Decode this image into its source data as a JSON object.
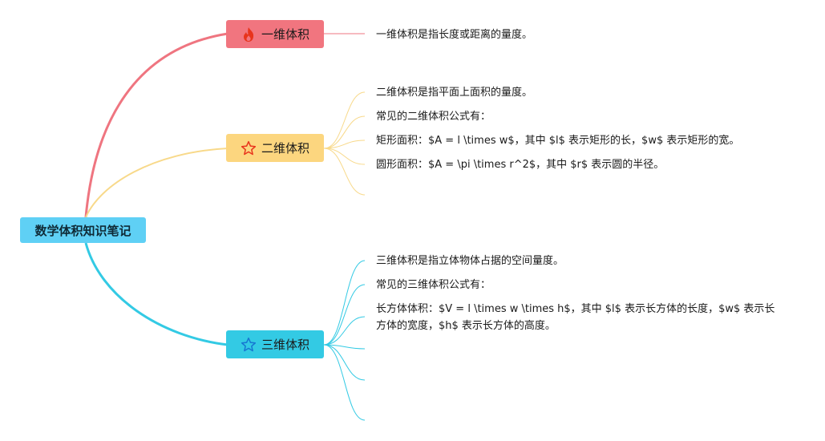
{
  "mindmap": {
    "root": {
      "label": "数学体积知识笔记"
    },
    "branches": [
      {
        "label": "一维体积",
        "icon": "fire-icon",
        "color": "#f1757f",
        "leaves": [
          "一维体积是指长度或距离的量度。"
        ]
      },
      {
        "label": "二维体积",
        "icon": "star-outline-icon",
        "color": "#fcd67f",
        "leaves": [
          "二维体积是指平面上面积的量度。",
          "常见的二维体积公式有：",
          "矩形面积：$A = l \\times w$，其中 $l$ 表示矩形的长，$w$ 表示矩形的宽。",
          "圆形面积：$A = \\pi \\times r^2$，其中 $r$ 表示圆的半径。"
        ]
      },
      {
        "label": "三维体积",
        "icon": "star-outline-icon",
        "color": "#33cae4",
        "leaves": [
          "三维体积是指立体物体占据的空间量度。",
          "常见的三维体积公式有：",
          "长方体体积：$V = l \\times w \\times h$，其中 $l$ 表示长方体的长度，$w$ 表示长方体的宽度，$h$ 表示长方体的高度。"
        ]
      }
    ]
  }
}
